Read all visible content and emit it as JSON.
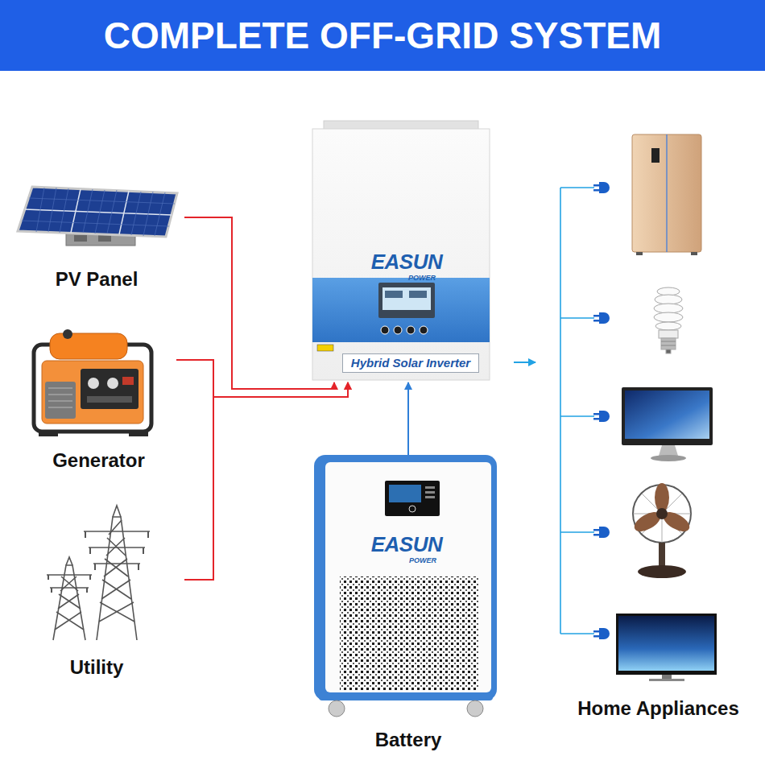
{
  "diagram": {
    "title": "COMPLETE OFF-GRID SYSTEM",
    "nodes": [
      {
        "text": [
          "PV Panel"
        ]
      },
      {
        "text": [
          "Generator"
        ]
      },
      {
        "text": [
          "Utility"
        ]
      },
      {
        "text": [
          "EASUN",
          "POWER",
          "Hybrid Solar Inverter"
        ]
      },
      {
        "text": [
          "EASUN",
          "POWER",
          "Battery"
        ]
      },
      {
        "text": [
          "Home Appliances"
        ]
      }
    ],
    "edges": [
      {
        "from": 0,
        "to": 3,
        "arrow": "to"
      },
      {
        "from": 1,
        "to": 3,
        "arrow": "to"
      },
      {
        "from": 2,
        "to": 3,
        "arrow": "to"
      },
      {
        "from": 4,
        "to": 3,
        "arrow": "to"
      },
      {
        "from": 3,
        "to": 5,
        "arrow": "to"
      }
    ]
  }
}
